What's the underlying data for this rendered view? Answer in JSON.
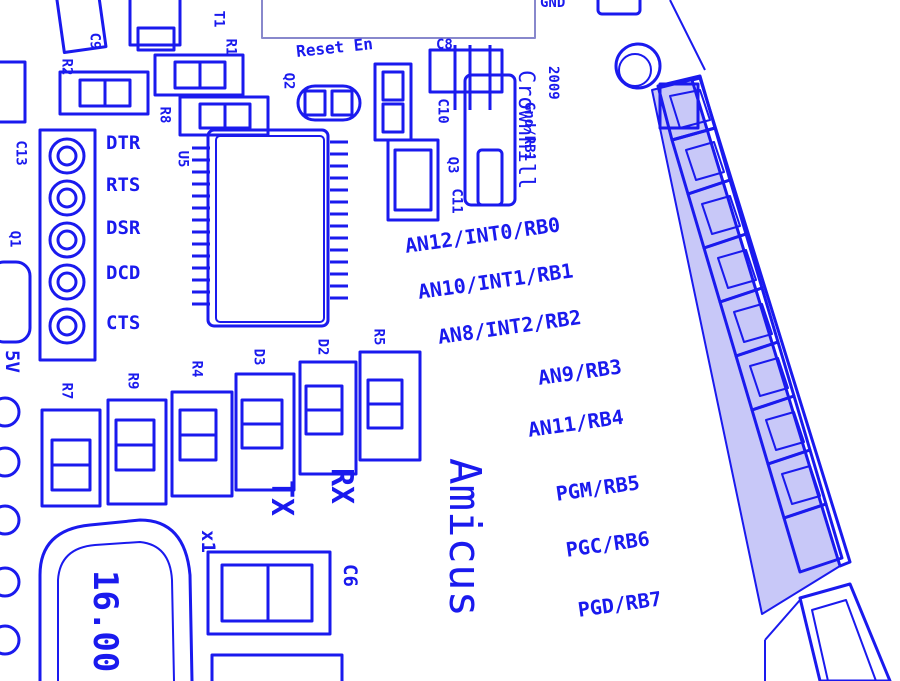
{
  "colors": {
    "ink": "#1a1aee",
    "header_fill": "#c8c8f8",
    "background": "#ffffff"
  },
  "header_labels": {
    "rb0": "AN12/INT0/RB0",
    "rb1": "AN10/INT1/RB1",
    "rb2": "AN8/INT2/RB2",
    "rb3": "AN9/RB3",
    "rb4": "AN11/RB4",
    "rb5": "PGM/RB5",
    "rb6": "PGC/RB6",
    "rb7": "PGD/RB7"
  },
  "serial_signals": {
    "dtr": "DTR",
    "rts": "RTS",
    "dsr": "DSR",
    "dcd": "DCD",
    "cts": "CTS"
  },
  "refs": {
    "c9": "C9",
    "t1": "T1",
    "r1": "R1",
    "r2": "R2",
    "r8": "R8",
    "q2": "Q2",
    "u5": "U5",
    "c13": "C13",
    "q1": "Q1",
    "c8": "C8",
    "c10": "C10",
    "q3": "Q3",
    "c11": "C11",
    "r7": "R7",
    "r9": "R9",
    "r4": "R4",
    "d3": "D3",
    "d2": "D2",
    "r5": "R5",
    "x1": "x1",
    "c6": "C6",
    "five_v": "5V",
    "gnd_top": "GND"
  },
  "board_text": {
    "reset_en": "Reset En",
    "crownhill": "Crownhill",
    "year": "2009",
    "gnd_rb1": "Gnd/RB1",
    "rx": "RX",
    "tx": "TX",
    "amicus": "Amicus",
    "crystal": "16.00"
  }
}
